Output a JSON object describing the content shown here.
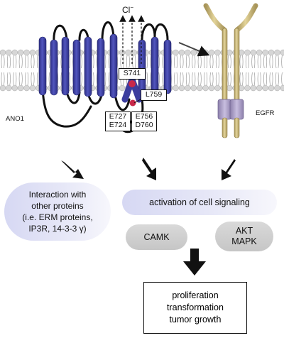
{
  "labels": {
    "chloride": "Cl",
    "chloride_charge": "−",
    "ano1": "ANO1",
    "egfr": "EGFR"
  },
  "residue_boxes": {
    "s741": "S741",
    "l759": "L759",
    "e727_e724": [
      "E727",
      "E724"
    ],
    "e756_d760": [
      "E756",
      "D760"
    ]
  },
  "outcomes": {
    "interaction": [
      "Interaction with",
      "other proteins",
      "(i.e. ERM proteins,",
      "IP3R, 14-3-3 γ)"
    ],
    "signaling": "activation of cell signaling",
    "camk": "CAMK",
    "akt_mapk": [
      "AKT",
      "MAPK"
    ],
    "final": [
      "proliferation",
      "transformation",
      "tumor growth"
    ]
  },
  "colors": {
    "helix": "#3b3d9e",
    "helix_highlight": "#6266c9",
    "lipid_head": "#d6d6d6",
    "egfr_tan": "#c9b676",
    "egfr_purple": "#a79ac2",
    "phospho_dot": "#c8284a",
    "pill_lavender": "#dcdef4",
    "pill_grey": "#cfcfcf"
  }
}
